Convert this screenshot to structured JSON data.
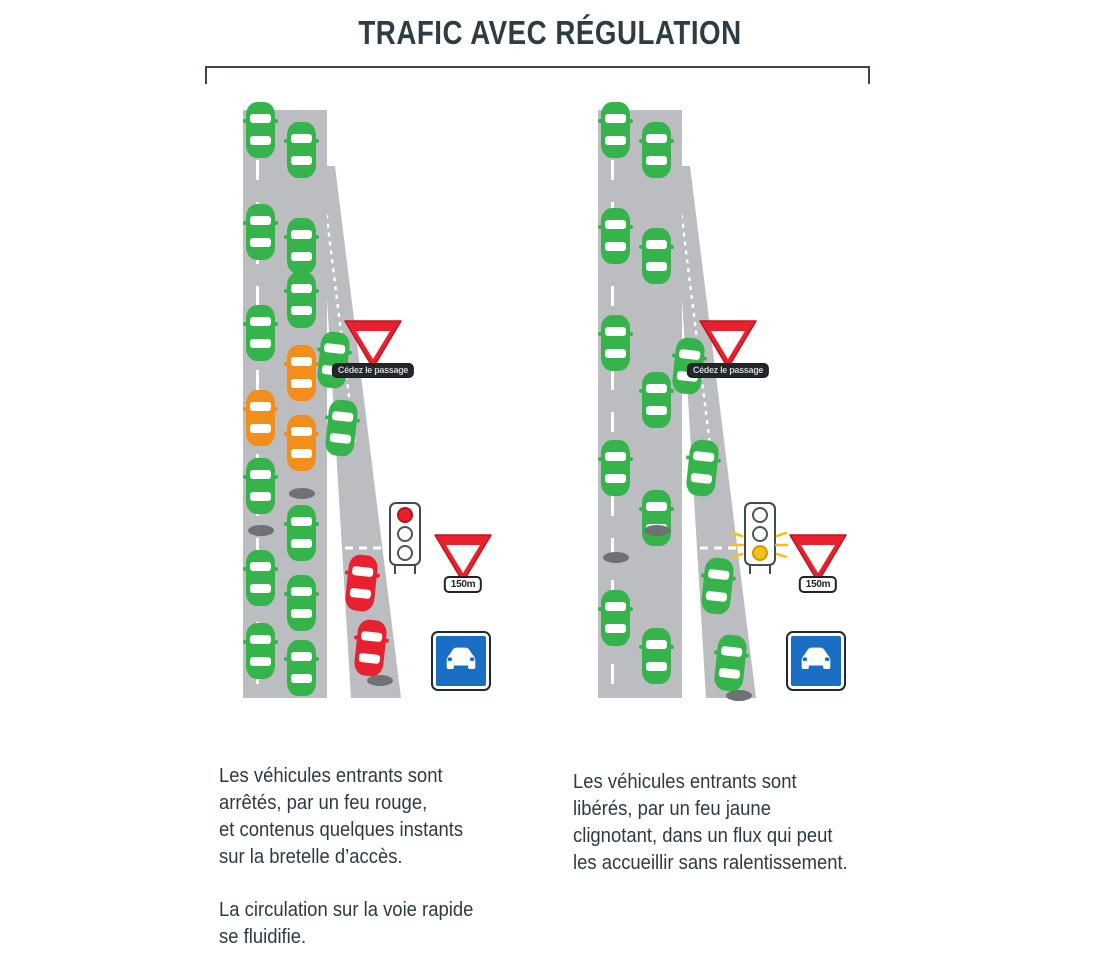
{
  "page": {
    "title": "TRAFIC AVEC RÉGULATION",
    "background_color": "#ffffff",
    "bracket_color": "#36474f"
  },
  "colors": {
    "road": "#bcbdc0",
    "car_green": "#34b44a",
    "car_orange": "#f28f1c",
    "car_red": "#e8212e",
    "sign_red": "#e8212e",
    "sign_blue": "#1a6fc4",
    "lamp_red": "#e8212e",
    "lamp_yellow": "#f5c211",
    "detector": "#6f7274",
    "text": "#2d3a42"
  },
  "panels": [
    {
      "id": "left",
      "name": "feu-rouge-panel",
      "signals": {
        "traffic_light": {
          "name": "traffic-light-red",
          "state": "red",
          "lamps": [
            "red",
            "off",
            "off"
          ],
          "flashing": false
        }
      },
      "signs": [
        {
          "name": "yield-sign-upper",
          "type": "yield",
          "plate_text": "Cédez le passage",
          "plate_style": "dark"
        },
        {
          "name": "yield-sign-with-distance",
          "type": "yield",
          "plate_text": "150m",
          "plate_style": "light"
        },
        {
          "name": "expressway-sign",
          "type": "expressway-blue",
          "plate_text": "",
          "plate_style": "none"
        }
      ],
      "traffic": {
        "main_road_left_lane": [
          "green",
          "green",
          "orange",
          "orange",
          "green",
          "green",
          "green"
        ],
        "main_road_right_lane": [
          "green",
          "green",
          "green",
          "green",
          "orange",
          "orange",
          "green",
          "green",
          "green"
        ],
        "ramp": [
          "green",
          "green",
          "red",
          "red"
        ]
      },
      "caption_1": "Les véhicules entrants sont\narrêtés, par un feu rouge,\net contenus quelques instants\nsur la bretelle d’accès.",
      "caption_2": "La circulation sur la voie rapide\nse fluidifie."
    },
    {
      "id": "right",
      "name": "feu-jaune-clignotant-panel",
      "signals": {
        "traffic_light": {
          "name": "traffic-light-yellow-flashing",
          "state": "yellow-flashing",
          "lamps": [
            "off",
            "off",
            "yellow"
          ],
          "flashing": true
        }
      },
      "signs": [
        {
          "name": "yield-sign-upper",
          "type": "yield",
          "plate_text": "Cédez le passage",
          "plate_style": "dark"
        },
        {
          "name": "yield-sign-with-distance",
          "type": "yield",
          "plate_text": "150m",
          "plate_style": "light"
        },
        {
          "name": "expressway-sign",
          "type": "expressway-blue",
          "plate_text": "",
          "plate_style": "none"
        }
      ],
      "traffic": {
        "main_road_left_lane": [
          "green",
          "green",
          "green",
          "green",
          "green"
        ],
        "main_road_right_lane": [
          "green",
          "green",
          "green",
          "green",
          "green"
        ],
        "ramp": [
          "green",
          "green",
          "green",
          "green"
        ]
      },
      "caption_1": "Les véhicules entrants sont\nlibérés, par un feu jaune\nclignotant, dans un flux qui peut\nles accueillir sans ralentissement."
    }
  ]
}
